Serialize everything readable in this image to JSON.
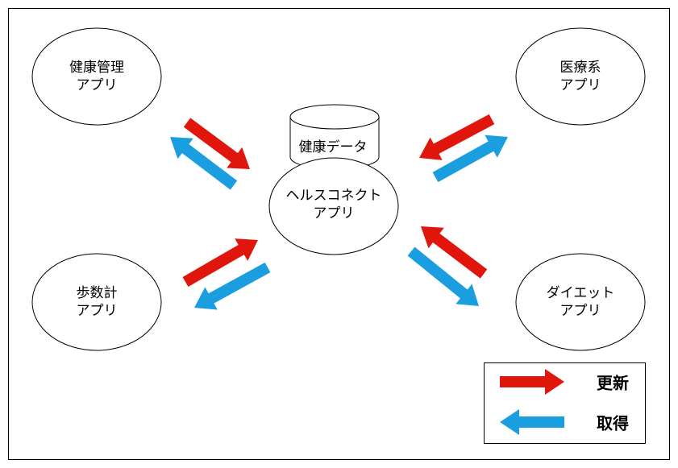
{
  "colors": {
    "update": "#e0150c",
    "fetch": "#1b9ee0"
  },
  "nodes": {
    "health": {
      "line1": "健康管理",
      "line2": "アプリ"
    },
    "medical": {
      "line1": "医療系",
      "line2": "アプリ"
    },
    "pedometer": {
      "line1": "歩数計",
      "line2": "アプリ"
    },
    "diet": {
      "line1": "ダイエット",
      "line2": "アプリ"
    },
    "hub": {
      "line1": "ヘルスコネクト",
      "line2": "アプリ"
    },
    "db": {
      "label": "健康データ"
    }
  },
  "legend": {
    "update": "更新",
    "fetch": "取得"
  }
}
